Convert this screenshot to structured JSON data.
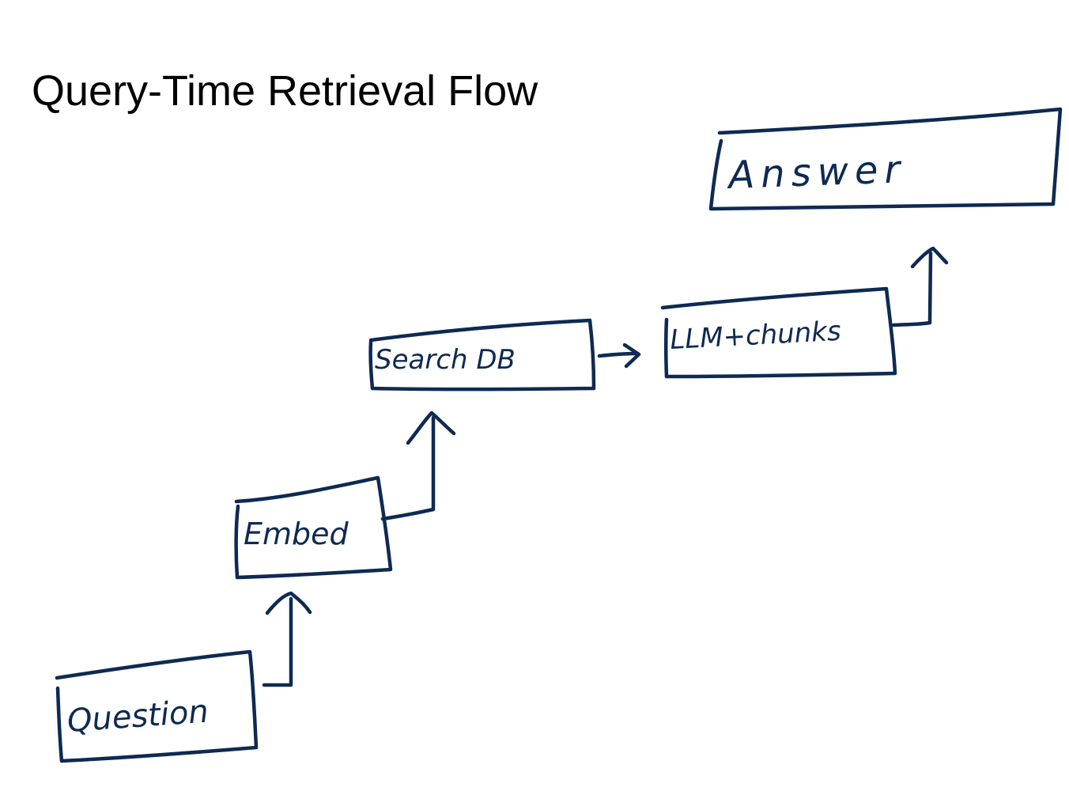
{
  "title": "Query-Time Retrieval Flow",
  "colors": {
    "ink": "#0e2a52",
    "title": "#000000",
    "background": "#ffffff"
  },
  "nodes": {
    "question": "Question",
    "embed": "Embed",
    "search": "Search DB",
    "llm": "LLM+chunks",
    "answer": "Answer"
  },
  "edges": [
    {
      "from": "question",
      "to": "embed"
    },
    {
      "from": "embed",
      "to": "search"
    },
    {
      "from": "search",
      "to": "llm"
    },
    {
      "from": "llm",
      "to": "answer"
    }
  ]
}
